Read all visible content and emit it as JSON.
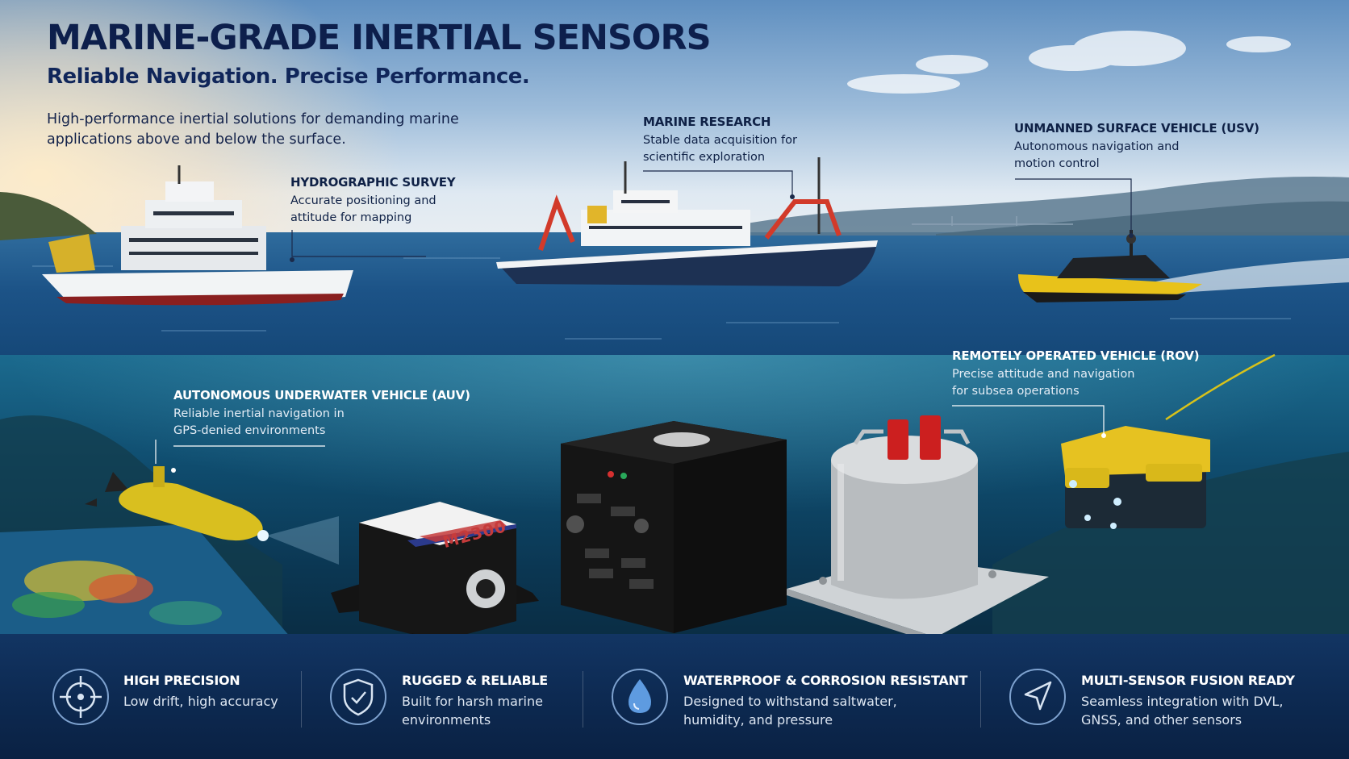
{
  "header": {
    "title": "MARINE-GRADE INERTIAL SENSORS",
    "subtitle": "Reliable Navigation. Precise Performance.",
    "intro_line1": "High-performance inertial solutions for demanding marine",
    "intro_line2": "applications above and below the surface."
  },
  "callouts": {
    "hydro": {
      "title": "HYDROGRAPHIC SURVEY",
      "desc1": "Accurate positioning and",
      "desc2": "attitude for mapping"
    },
    "research": {
      "title": "MARINE RESEARCH",
      "desc1": "Stable data acquisition for",
      "desc2": "scientific exploration"
    },
    "usv": {
      "title": "UNMANNED SURFACE VEHICLE (USV)",
      "desc1": "Autonomous navigation and",
      "desc2": "motion control"
    },
    "rov": {
      "title": "REMOTELY OPERATED VEHICLE (ROV)",
      "desc1": "Precise attitude and navigation",
      "desc2": "for subsea operations"
    },
    "auv": {
      "title": "AUTONOMOUS UNDERWATER VEHICLE (AUV)",
      "desc1": "Reliable inertial navigation in",
      "desc2": "GPS-denied environments"
    }
  },
  "product": {
    "label": "M2300"
  },
  "features": [
    {
      "icon": "crosshair-icon",
      "title": "HIGH PRECISION",
      "desc1": "Low drift, high accuracy",
      "desc2": ""
    },
    {
      "icon": "shield-check-icon",
      "title": "RUGGED & RELIABLE",
      "desc1": "Built for harsh marine",
      "desc2": "environments"
    },
    {
      "icon": "water-drop-icon",
      "title": "WATERPROOF & CORROSION RESISTANT",
      "desc1": "Designed to withstand saltwater,",
      "desc2": "humidity, and pressure"
    },
    {
      "icon": "navigation-arrow-icon",
      "title": "MULTI-SENSOR FUSION READY",
      "desc1": "Seamless integration with DVL,",
      "desc2": "GNSS, and other sensors"
    }
  ],
  "colors": {
    "title": "#0d1f4c",
    "bottom_bar": "#0d2a52",
    "accent_yellow": "#e8c21a",
    "accent_red": "#d62828"
  }
}
